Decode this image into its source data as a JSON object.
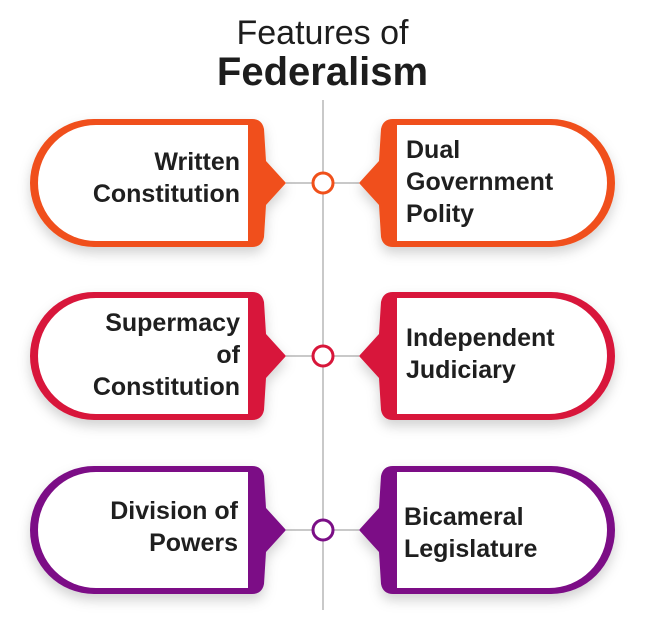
{
  "title": {
    "line1": "Features of",
    "line2": "Federalism"
  },
  "colors": {
    "row1": "#f0501a",
    "row2": "#d8163a",
    "row3": "#7b0f86",
    "connector": "#c9c9c9"
  },
  "features": [
    {
      "label_lines": [
        "Written",
        "Constitution"
      ]
    },
    {
      "label_lines": [
        "Dual",
        "Government",
        "Polity"
      ]
    },
    {
      "label_lines": [
        "Supermacy",
        "of",
        "Constitution"
      ]
    },
    {
      "label_lines": [
        "Independent",
        "Judiciary"
      ]
    },
    {
      "label_lines": [
        "Division of",
        "Powers"
      ]
    },
    {
      "label_lines": [
        "Bicameral",
        "Legislature"
      ]
    }
  ]
}
